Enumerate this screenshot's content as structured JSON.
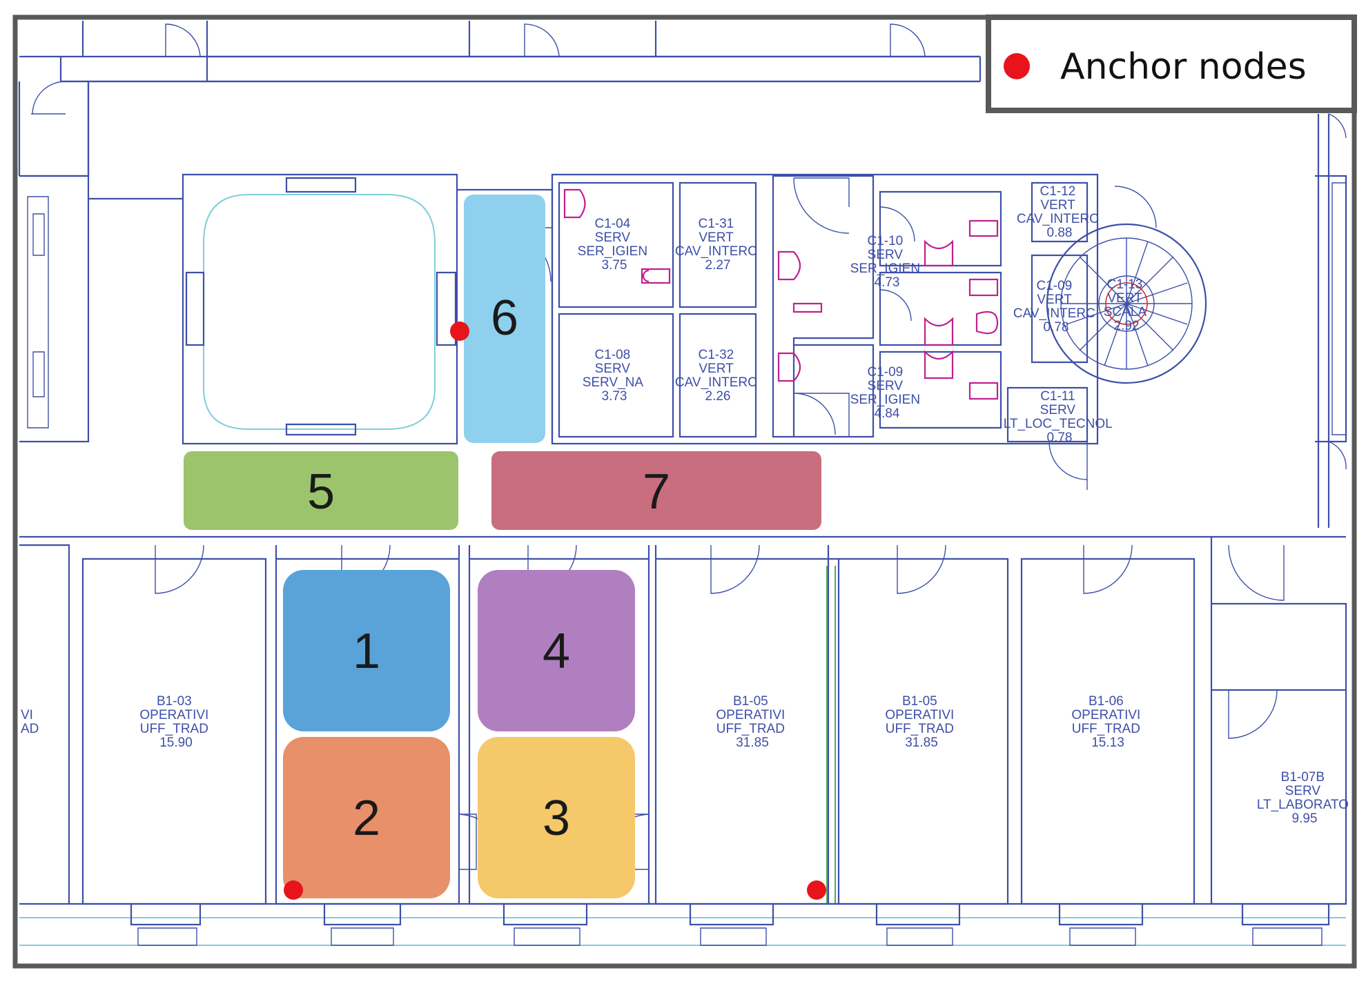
{
  "legend": {
    "label": "Anchor nodes",
    "marker_color": "#e8141c"
  },
  "colors": {
    "wall": "#3d4fa8",
    "fixture": "#c02090",
    "frame": "#595959",
    "zone_1": "#5aa3d8",
    "zone_2": "#e8906a",
    "zone_3": "#f5c86a",
    "zone_4": "#b07fc0",
    "zone_5": "#9cc46c",
    "zone_6": "#8ed0ee",
    "zone_7": "#c86e7e"
  },
  "zones": [
    {
      "id": "1",
      "label": "1"
    },
    {
      "id": "2",
      "label": "2"
    },
    {
      "id": "3",
      "label": "3"
    },
    {
      "id": "4",
      "label": "4"
    },
    {
      "id": "5",
      "label": "5"
    },
    {
      "id": "6",
      "label": "6"
    },
    {
      "id": "7",
      "label": "7"
    }
  ],
  "rooms": {
    "c1_04": [
      "C1-04",
      "SERV",
      "SER_IGIEN",
      "3.75"
    ],
    "c1_31": [
      "C1-31",
      "VERT",
      "CAV_INTERC",
      "2.27"
    ],
    "c1_08": [
      "C1-08",
      "SERV",
      "SERV_NA",
      "3.73"
    ],
    "c1_32": [
      "C1-32",
      "VERT",
      "CAV_INTERC",
      "2.26"
    ],
    "c1_10": [
      "C1-10",
      "SERV",
      "SER_IGIEN",
      "4.73"
    ],
    "c1_09": [
      "C1-09",
      "SERV",
      "SER_IGIEN",
      "4.84"
    ],
    "c1_12": [
      "C1-12",
      "VERT",
      "CAV_INTERC",
      "0.88"
    ],
    "c1_09b": [
      "C1-09",
      "VERT",
      "CAV_INTERC",
      "0.78"
    ],
    "c1_13": [
      "C1-13",
      "VERT",
      "SCALA",
      "2.92"
    ],
    "c1_11": [
      "C1-11",
      "SERV",
      "LT_LOC_TECNOL",
      "0.78"
    ],
    "b1_03": [
      "B1-03",
      "OPERATIVI",
      "UFF_TRAD",
      "15.90"
    ],
    "b1_05a": [
      "B1-05",
      "OPERATIVI",
      "UFF_TRAD",
      "31.85"
    ],
    "b1_05b": [
      "B1-05",
      "OPERATIVI",
      "UFF_TRAD",
      "31.85"
    ],
    "b1_06": [
      "B1-06",
      "OPERATIVI",
      "UFF_TRAD",
      "15.13"
    ],
    "b1_07b": [
      "B1-07B",
      "SERV",
      "LT_LABORATO",
      "9.95"
    ],
    "left_edge": [
      "VI",
      "AD"
    ]
  }
}
